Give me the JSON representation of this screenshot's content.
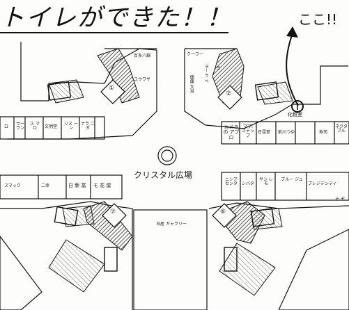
{
  "headline": "トイレができた！！",
  "note": "ここ!!",
  "plaza_label": "クリスタル広場",
  "gallery_label": "日産 ギャラリー",
  "toilet_label": "化粧室",
  "gate_numbers": [
    "①",
    "②",
    "⑦",
    "⑥"
  ],
  "shops": {
    "top_left": [
      "百多八鍋",
      "ユウワサ"
    ],
    "top_mid": [
      "クーワー",
      "健康 大浴",
      "ヨー ラ ベ",
      "ヨ"
    ],
    "row_left": [
      "ロ",
      "ウー ラン",
      "ス マ ロ",
      "文明堂",
      "リス ーン",
      "ナラ 二ダ"
    ],
    "row_right": [
      "カメラの アブロ",
      "ママ! ステップ",
      "日昆堂",
      "前川つゆ",
      "寿司",
      "ネクタ ブル"
    ],
    "bottom_left": [
      "スマック",
      "二幸",
      "日 新 富",
      "モ 花 屋"
    ],
    "bottom_right": [
      "ニシア センタ",
      "シバタ",
      "サン レモ",
      "ブルー ジュ",
      "プレジデンティ"
    ],
    "misc": [
      "テ ヂ"
    ]
  },
  "colors": {
    "ink": "#111111",
    "hatch": "#2a2a2a",
    "paper": "#fdfdfb"
  }
}
